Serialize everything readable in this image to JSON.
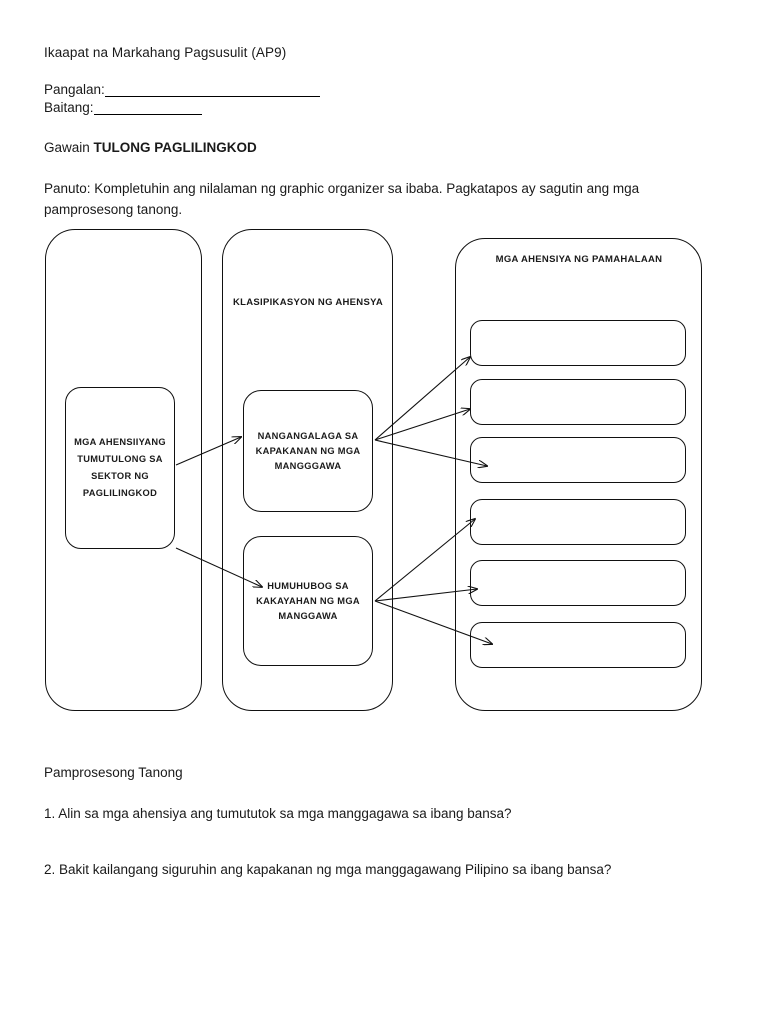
{
  "document": {
    "title": "Ikaapat na Markahang Pagsusulit (AP9)",
    "fields": [
      {
        "label": "Pangalan:",
        "value": ""
      },
      {
        "label": "Baitang:",
        "value": ""
      }
    ],
    "activity": {
      "prefix": "Gawain ",
      "name": "TULONG PAGLILINGKOD"
    },
    "instructions": "Panuto: Kompletuhin ang nilalaman ng graphic organizer sa ibaba. Pagkatapos ay sagutin ang mga pamprosesong tanong."
  },
  "organizer": {
    "source_node": "MGA AHENSIIYANG TUMUTULONG SA SEKTOR NG PAGLILINGKOD",
    "classification": {
      "heading": "KLASIPIKASYON NG AHENSYA",
      "nodes": [
        "NANGANGALAGA SA KAPAKANAN NG MGA MANGGGAWA",
        "HUMUHUBOG SA KAKAYAHAN NG MGA MANGGAWA"
      ]
    },
    "agencies": {
      "heading": "MGA AHENSIYA NG PAMAHALAAN",
      "slots": [
        "",
        "",
        "",
        "",
        "",
        ""
      ]
    }
  },
  "questions": {
    "heading": "Pamprosesong Tanong",
    "items": [
      "1. Alin sa mga ahensiya ang tumututok sa mga manggagawa sa ibang bansa?",
      "2. Bakit kailangang siguruhin ang kapakanan ng mga manggagawang Pilipino sa ibang bansa?"
    ]
  }
}
